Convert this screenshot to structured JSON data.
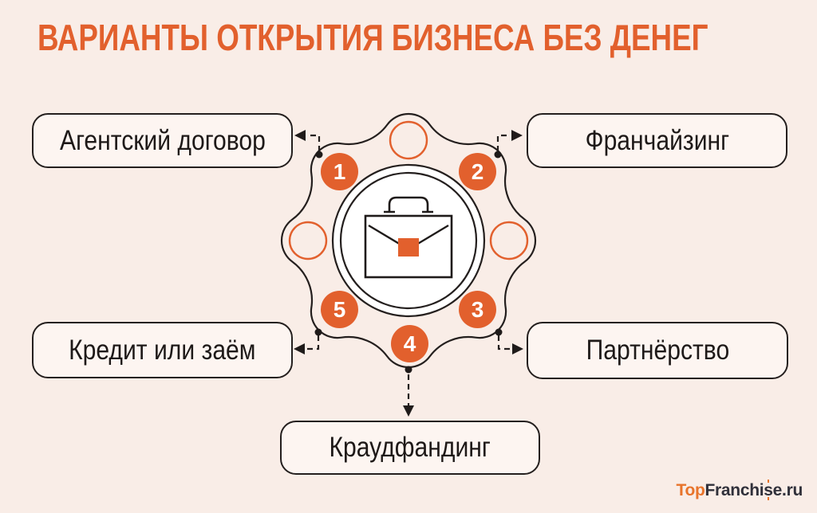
{
  "title": "ВАРИАНТЫ ОТКРЫТИЯ БИЗНЕСА БЕЗ ДЕНЕГ",
  "colors": {
    "background": "#F9EDE7",
    "accent_orange": "#E2602D",
    "line_dark": "#241F1E",
    "box_fill": "#FDF5F1",
    "center_fill": "#FFFFFF"
  },
  "center": {
    "icon": "briefcase-icon"
  },
  "nodes": [
    {
      "number": "1",
      "label": "Агентский договор",
      "position": "top-left"
    },
    {
      "number": "2",
      "label": "Франчайзинг",
      "position": "top-right"
    },
    {
      "number": "3",
      "label": "Партнёрство",
      "position": "bottom-right"
    },
    {
      "number": "4",
      "label": "Краудфандинг",
      "position": "bottom"
    },
    {
      "number": "5",
      "label": "Кредит или заём",
      "position": "bottom-left"
    }
  ],
  "branding": {
    "prefix": "Top",
    "mid": "Franchi",
    "s": "s",
    "suffix": "e.ru"
  }
}
